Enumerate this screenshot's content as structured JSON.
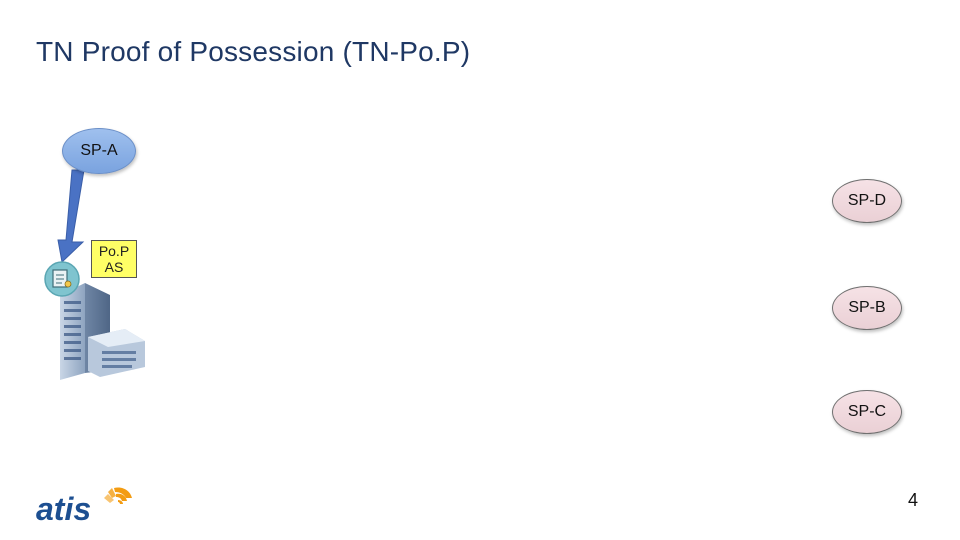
{
  "slide": {
    "title": "TN Proof of Possession (TN-Po.P)",
    "page_number": "4"
  },
  "nodes": {
    "sp_a": "SP-A",
    "sp_d": "SP-D",
    "sp_b": "SP-B",
    "sp_c": "SP-C"
  },
  "pop_as": {
    "line1": "Po.P",
    "line2": "AS"
  },
  "logo": {
    "text": "atis"
  },
  "colors": {
    "title": "#1f3864",
    "sp_a_fill": "#8db2e8",
    "sp_other_fill": "#f2dce1",
    "pop_as_fill": "#ffff66",
    "arrow": "#4a72c4",
    "logo_blue": "#1d4f91",
    "logo_orange": "#f39c12"
  },
  "icons": [
    "building-icon",
    "certificate-badge-icon",
    "atis-logo-icon"
  ]
}
